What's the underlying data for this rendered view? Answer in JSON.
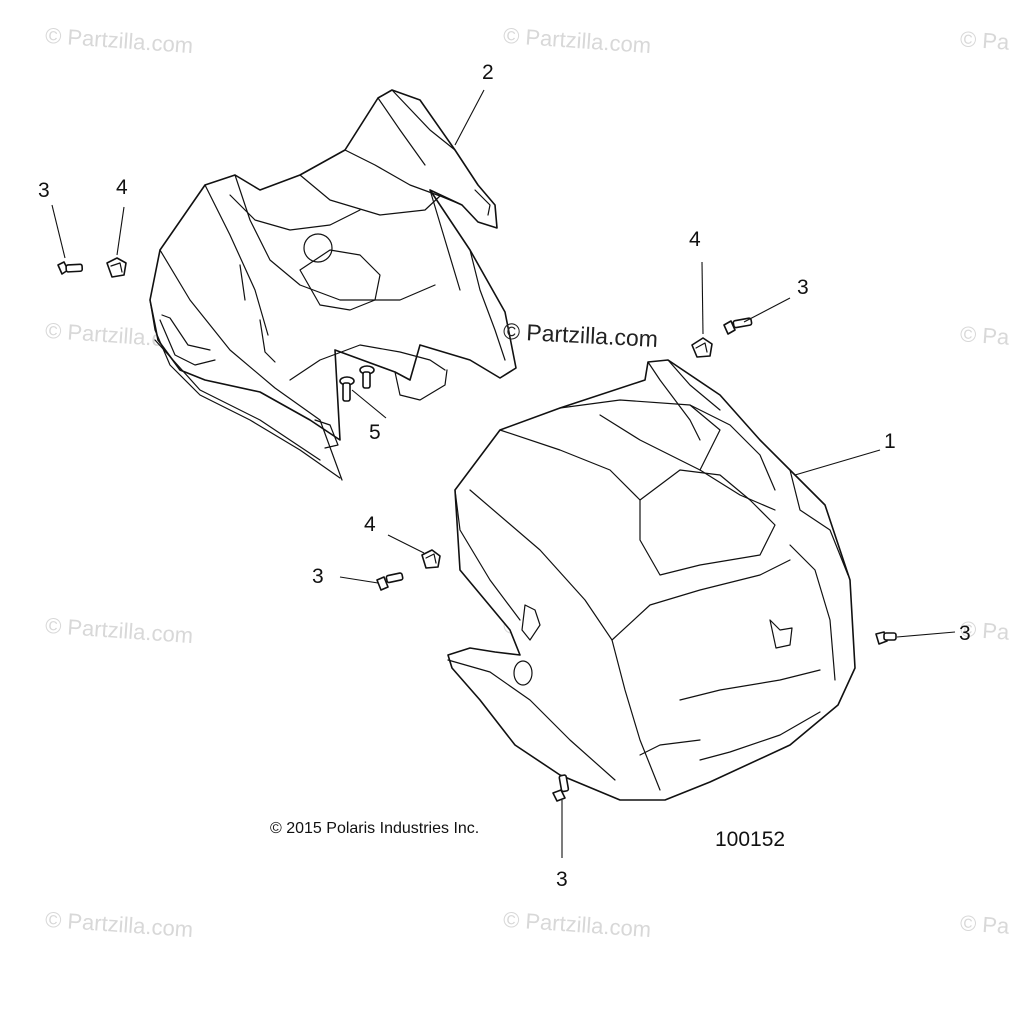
{
  "watermarks": {
    "text": "© Partzilla.com",
    "clipped_text": "© Pa"
  },
  "callouts": {
    "part_1": "1",
    "part_2": "2",
    "part_3": "3",
    "part_4": "4",
    "part_5": "5"
  },
  "copyright": "© 2015 Polaris Industries Inc.",
  "figure_number": "100152",
  "colors": {
    "line": "#111111",
    "watermark": "#d8d8d8",
    "background": "#ffffff"
  }
}
